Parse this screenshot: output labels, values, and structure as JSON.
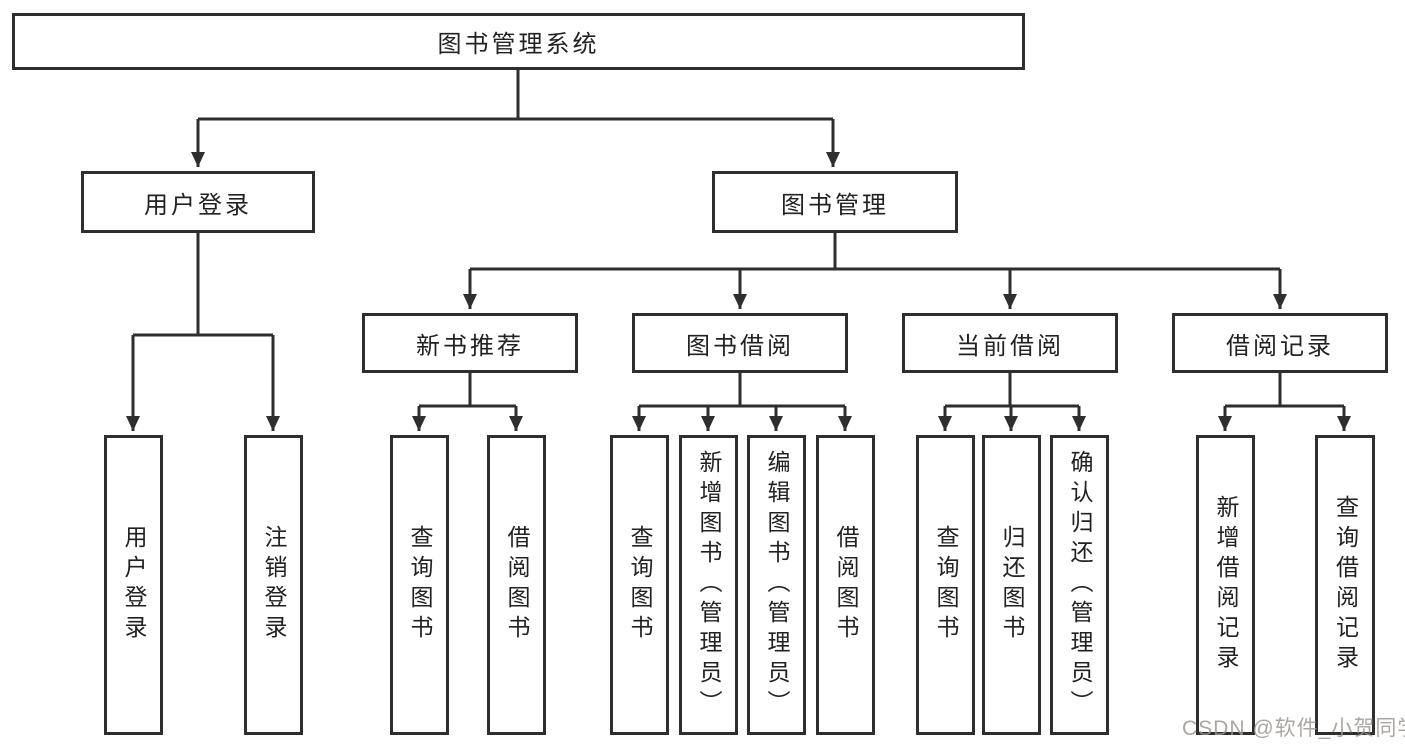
{
  "diagram": {
    "root": {
      "label": "图书管理系统"
    },
    "level2": [
      {
        "label": "用户登录"
      },
      {
        "label": "图书管理"
      }
    ],
    "level3": [
      {
        "label": "新书推荐"
      },
      {
        "label": "图书借阅"
      },
      {
        "label": "当前借阅"
      },
      {
        "label": "借阅记录"
      }
    ],
    "leaves": {
      "user": [
        "用户登录",
        "注销登录"
      ],
      "recommend": [
        "查询图书",
        "借阅图书"
      ],
      "borrow": [
        "查询图书",
        "新增图书（管理员）",
        "编辑图书（管理员）",
        "借阅图书"
      ],
      "current": [
        "查询图书",
        "归还图书",
        "确认归还（管理员）"
      ],
      "records": [
        "新增借阅记录",
        "查询借阅记录"
      ]
    }
  },
  "watermark": {
    "text": "CSDN @软件_小贺同学",
    "color": "#9e9692"
  },
  "colors": {
    "line": "#2e2e2e",
    "box_border": "#2e2e2e",
    "text": "#222222",
    "background": "#ffffff"
  }
}
